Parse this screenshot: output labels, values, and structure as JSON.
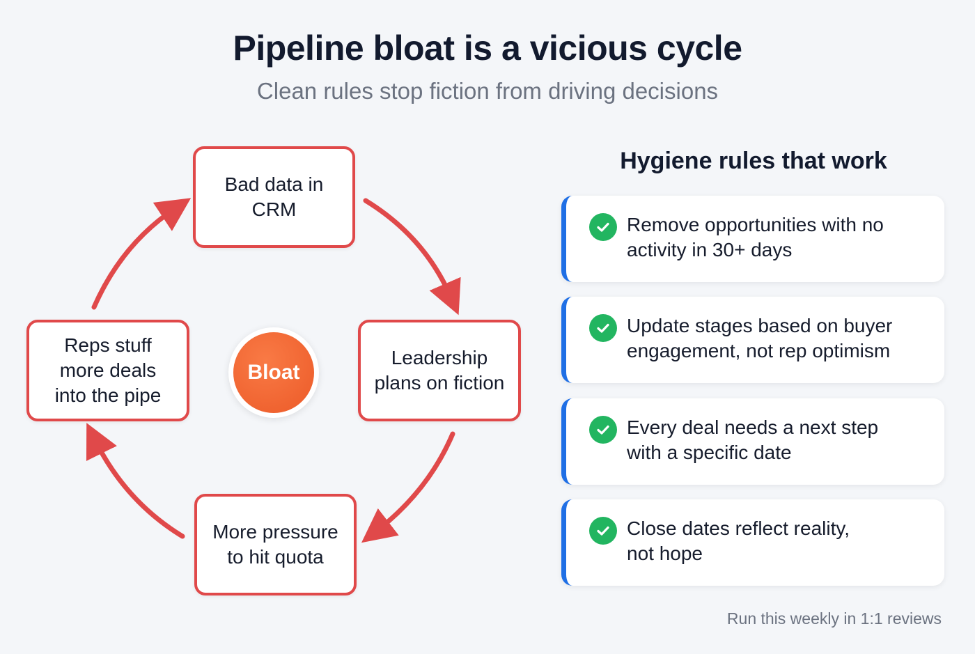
{
  "title": "Pipeline bloat is a vicious cycle",
  "subtitle": "Clean rules stop fiction from driving decisions",
  "cycle": {
    "center_label": "Bloat",
    "arrow_color": "#e0494a",
    "center_color": "#ef6430",
    "nodes": [
      {
        "lines": [
          "Bad data in",
          "CRM"
        ]
      },
      {
        "lines": [
          "Leadership",
          "plans on fiction"
        ]
      },
      {
        "lines": [
          "More pressure",
          "to hit quota"
        ]
      },
      {
        "lines": [
          "Reps stuff",
          "more deals",
          "into the pipe"
        ]
      }
    ]
  },
  "rules": {
    "heading": "Hygiene rules that work",
    "accent_color": "#1f6fe5",
    "check_color": "#22b560",
    "icon": "check-circle-icon",
    "items": [
      {
        "lines": [
          "Remove opportunities with no",
          "activity in 30+ days"
        ]
      },
      {
        "lines": [
          "Update stages based on buyer",
          "engagement, not rep optimism"
        ]
      },
      {
        "lines": [
          "Every deal needs a next step",
          "with a specific date"
        ]
      },
      {
        "lines": [
          "Close dates reflect reality,",
          "not hope"
        ]
      }
    ]
  },
  "footnote": "Run this weekly in 1:1 reviews"
}
